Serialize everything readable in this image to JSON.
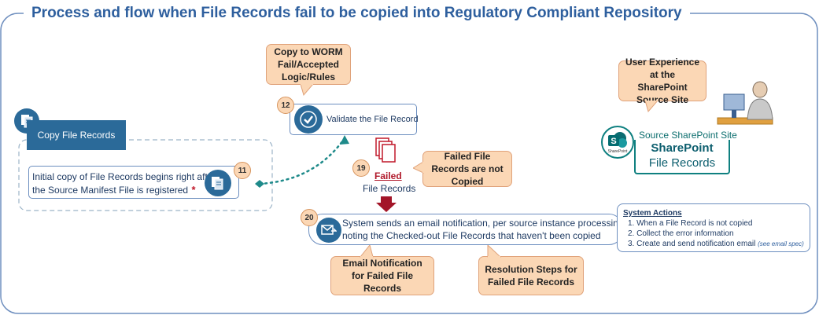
{
  "title": "Process and flow when File Records fail to be copied into Regulatory Compliant Repository",
  "copy_file_records": {
    "label": "Copy File Records",
    "step": "11",
    "text_line1": "Initial copy of File Records begins right after",
    "text_line2": "the Source Manifest File is registered",
    "asterisk": "*"
  },
  "worm": {
    "callout": "Copy to WORM Fail/Accepted Logic/Rules",
    "step": "12",
    "validate": "Validate the File Record"
  },
  "failed": {
    "step": "19",
    "label_failed": "Failed",
    "label_records": "File Records",
    "callout": "Failed File Records are not Copied"
  },
  "notification": {
    "step": "20",
    "line1": "System sends an email notification, per source instance processing,",
    "line2": "noting the Checked-out File Records that haven't been copied"
  },
  "system_actions": {
    "heading": "System Actions",
    "items": [
      "1. When a File Record is not copied",
      "2. Collect the error information",
      "3. Create and send notification email"
    ],
    "note": "(see email spec)"
  },
  "callouts_bottom": {
    "email": "Email Notification for Failed File Records",
    "resolution": "Resolution Steps for Failed File Records"
  },
  "user_experience": {
    "callout": "User Experience at the SharePoint Source Site",
    "site_label": "Source SharePoint Site",
    "sp_line1": "SharePoint",
    "sp_line2": "File Records",
    "logo_caption": "SharePoint"
  },
  "colors": {
    "accent": "#2e5f9e",
    "callout": "#fbd7b5",
    "teal": "#1e8a8a",
    "red": "#b0182a"
  }
}
